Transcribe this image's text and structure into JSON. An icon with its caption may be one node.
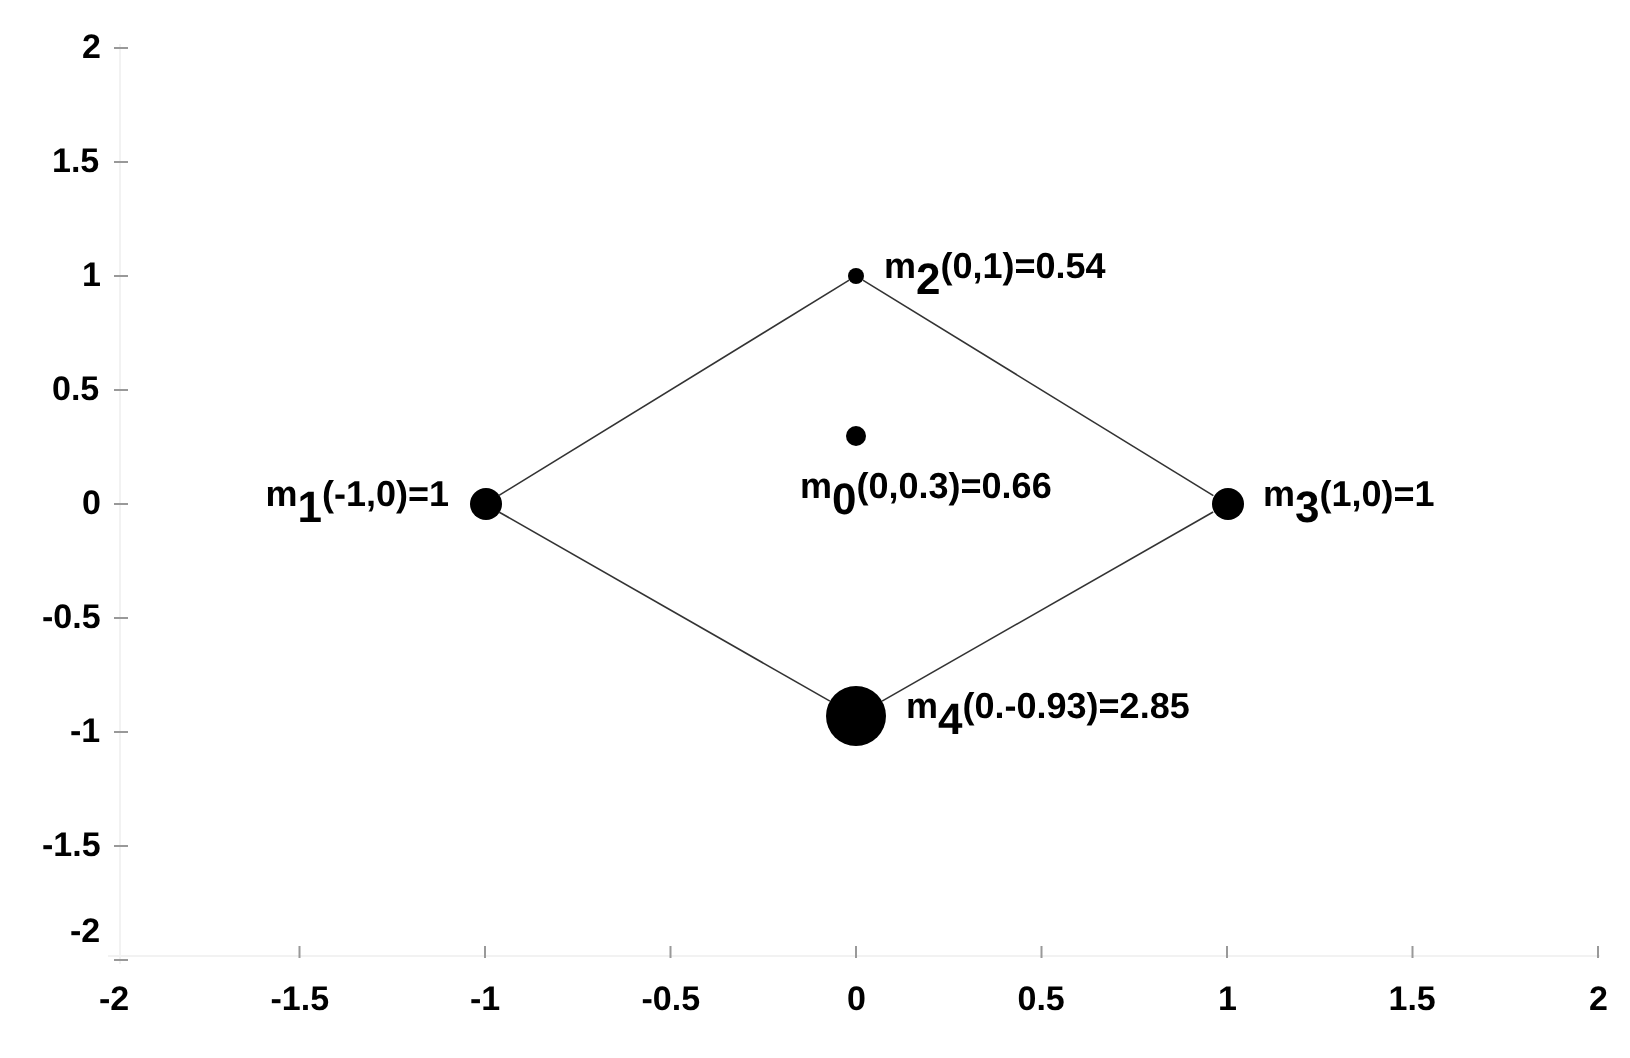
{
  "diagram": {
    "nodes": [
      {
        "text": [],
        "shape": "circle",
        "beside": [
          "m$_{2}$(0,1)=0.54"
        ]
      },
      {
        "text": [],
        "shape": "circle",
        "beside": [
          "m$_{0}$(0,0.3)=0.66"
        ]
      },
      {
        "text": [],
        "shape": "circle",
        "beside": [
          "m$_{1}$(-1,0)=1"
        ]
      },
      {
        "text": [],
        "shape": "circle",
        "beside": [
          "m$_{3}$(1,0)=1"
        ]
      },
      {
        "text": [],
        "shape": "circle",
        "beside": [
          "m$_{4}$(0.-0.93)=2.85"
        ]
      }
    ],
    "edges": [
      {
        "from": 2,
        "to": 0,
        "arrow": "none"
      },
      {
        "from": 0,
        "to": 3,
        "arrow": "none"
      },
      {
        "from": 3,
        "to": 4,
        "arrow": "none"
      },
      {
        "from": 4,
        "to": 2,
        "arrow": "none"
      }
    ],
    "labels": [
      "2",
      "1.5",
      "1",
      "0.5",
      "0",
      "-0.5",
      "-1",
      "-1.5",
      "-2",
      "-2",
      "-1.5",
      "-1",
      "-0.5",
      "0",
      "0.5",
      "1",
      "1.5",
      "2"
    ]
  }
}
